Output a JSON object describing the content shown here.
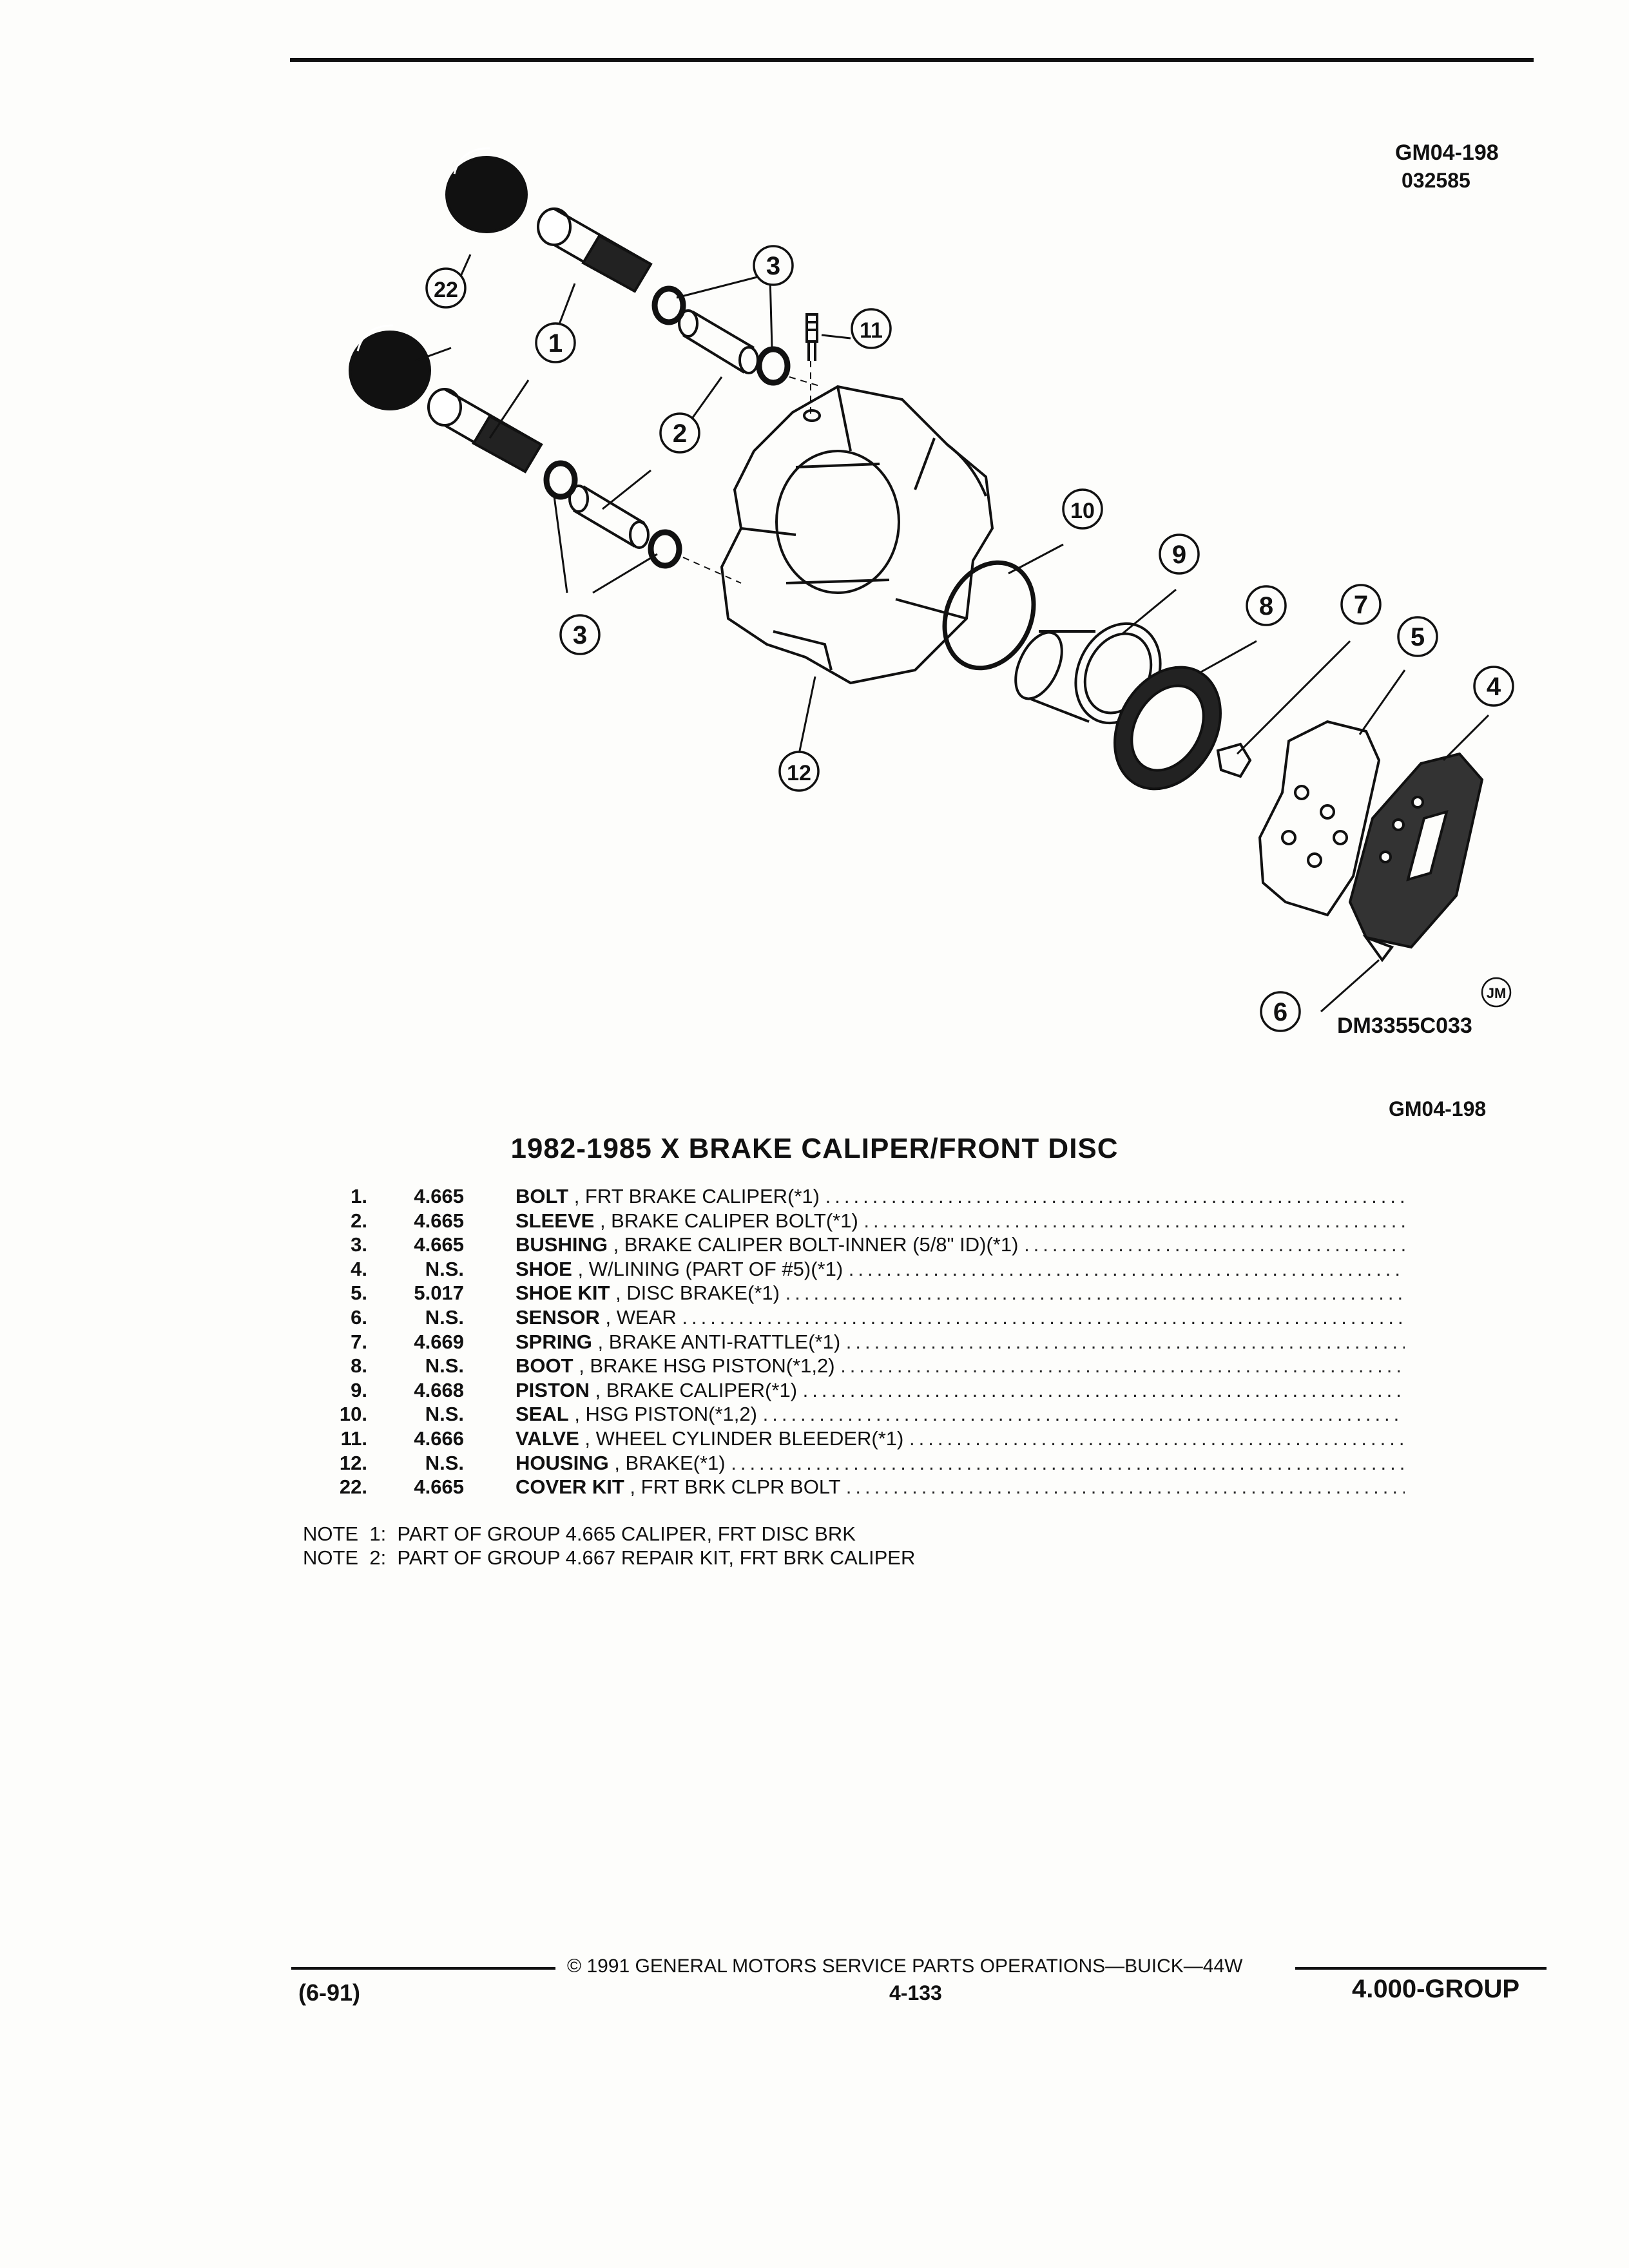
{
  "header": {
    "ref_code": "GM04-198",
    "ref_date": "032585"
  },
  "diagram": {
    "callouts": [
      "1",
      "2",
      "3",
      "4",
      "5",
      "6",
      "7",
      "8",
      "9",
      "10",
      "11",
      "12",
      "22"
    ],
    "artist_mark": "JM",
    "drawing_id": "DM3355C033",
    "ref_code_below": "GM04-198"
  },
  "title": "1982-1985 X BRAKE CALIPER/FRONT DISC",
  "parts": [
    {
      "num": "1.",
      "group": "4.665",
      "name": "BOLT",
      "desc": ", FRT BRAKE CALIPER(*1)"
    },
    {
      "num": "2.",
      "group": "4.665",
      "name": "SLEEVE",
      "desc": ", BRAKE CALIPER BOLT(*1)"
    },
    {
      "num": "3.",
      "group": "4.665",
      "name": "BUSHING",
      "desc": ", BRAKE CALIPER BOLT-INNER (5/8\" ID)(*1)"
    },
    {
      "num": "4.",
      "group": "N.S.",
      "name": "SHOE",
      "desc": ", W/LINING (PART OF #5)(*1)"
    },
    {
      "num": "5.",
      "group": "5.017",
      "name": "SHOE KIT",
      "desc": ", DISC BRAKE(*1)"
    },
    {
      "num": "6.",
      "group": "N.S.",
      "name": "SENSOR",
      "desc": ", WEAR"
    },
    {
      "num": "7.",
      "group": "4.669",
      "name": "SPRING",
      "desc": ", BRAKE ANTI-RATTLE(*1)"
    },
    {
      "num": "8.",
      "group": "N.S.",
      "name": "BOOT",
      "desc": ", BRAKE HSG PISTON(*1,2)"
    },
    {
      "num": "9.",
      "group": "4.668",
      "name": "PISTON",
      "desc": ", BRAKE CALIPER(*1)"
    },
    {
      "num": "10.",
      "group": "N.S.",
      "name": "SEAL",
      "desc": ", HSG PISTON(*1,2)"
    },
    {
      "num": "11.",
      "group": "4.666",
      "name": "VALVE",
      "desc": ", WHEEL CYLINDER BLEEDER(*1)"
    },
    {
      "num": "12.",
      "group": "N.S.",
      "name": "HOUSING",
      "desc": ", BRAKE(*1)"
    },
    {
      "num": "22.",
      "group": "4.665",
      "name": "COVER KIT",
      "desc": ", FRT BRK CLPR BOLT"
    }
  ],
  "notes": [
    "NOTE  1:  PART OF GROUP 4.665 CALIPER, FRT DISC BRK",
    "NOTE  2:  PART OF GROUP 4.667 REPAIR KIT, FRT BRK CALIPER"
  ],
  "footer": {
    "date_code": "(6-91)",
    "copyright": "© 1991 GENERAL MOTORS SERVICE PARTS OPERATIONS—BUICK—44W",
    "page": "4-133",
    "group": "4.000-GROUP"
  }
}
